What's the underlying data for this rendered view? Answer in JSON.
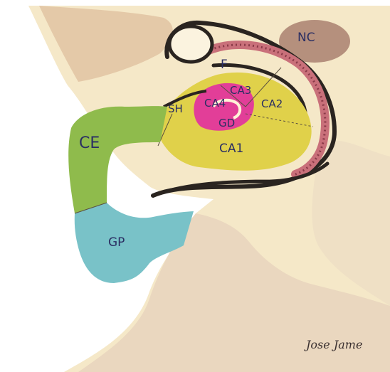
{
  "diagram": {
    "labels": {
      "nc": "NC",
      "f": "F",
      "ca3": "CA3",
      "ca4": "CA4",
      "ca2": "CA2",
      "sh": "SH",
      "gd": "GD",
      "ca1": "CA1",
      "ce": "CE",
      "gp": "GP"
    },
    "signature": "Jose Jame",
    "colors": {
      "tissue": "#f5e8c8",
      "white_matter": "#ead7bf",
      "dark_matter": "#d8b497",
      "outline": "#2a2420",
      "nc": "#a98070",
      "fimbria": "#c9707a",
      "ca_yellow": "#e0d14a",
      "ca_pink": "#e23e98",
      "ce_green": "#8fbb4c",
      "gp_blue": "#79c2c8",
      "label": "#2b2f63"
    }
  }
}
